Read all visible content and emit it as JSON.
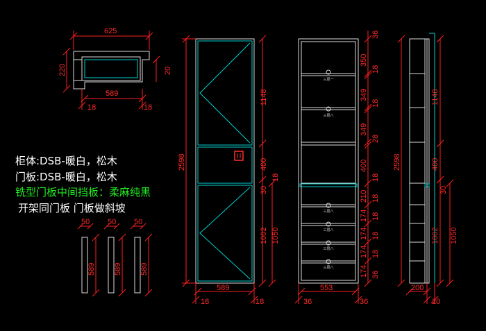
{
  "colors": {
    "background": "#000000",
    "dimension": "#ff2020",
    "outline": "#e0e0e0",
    "accent_cyan": "#00d8d8",
    "note_white": "#ffffff",
    "note_green": "#22ee22",
    "handle": "#ff3030"
  },
  "notes": {
    "line1": "柜体:DSB-暖白，松木",
    "line2": "门板:DSB-暖白，松木",
    "line3": "铣型门板中间挡板：柔麻纯黑",
    "line4": "开架同门板 门板做斜坡"
  },
  "plan_view": {
    "width": "625",
    "depth": "220",
    "inner": "589",
    "side_left": "18",
    "side_right": "18",
    "back": "20"
  },
  "door_view": {
    "height": "2598",
    "upper": "1148",
    "middle": "400",
    "lower": "1050",
    "lower_inner": "1002",
    "gap_a": "30",
    "gap_b": "18",
    "width": "589",
    "left": "18",
    "right": "18"
  },
  "interior_view": {
    "right_dims": [
      "36",
      "350",
      "18",
      "349",
      "18",
      "349",
      "28",
      "400",
      "18",
      "210",
      "18",
      "174",
      "18",
      "174",
      "18",
      "174",
      "18",
      "174",
      "36"
    ],
    "width": "553",
    "left": "36",
    "right": "36",
    "drawer_labels": [
      "三层一",
      "三层八",
      "三层八",
      "三层八",
      "三层八",
      "三层八"
    ]
  },
  "side_view": {
    "height": "2598",
    "upper": "1148",
    "middle": "400",
    "lower": "1050",
    "lower_inner": "1002",
    "gap": "30",
    "depth": "200",
    "back": "20"
  },
  "panel_strips": {
    "widths": [
      "50",
      "50",
      "50"
    ],
    "heights": [
      "589",
      "589",
      "589"
    ]
  }
}
